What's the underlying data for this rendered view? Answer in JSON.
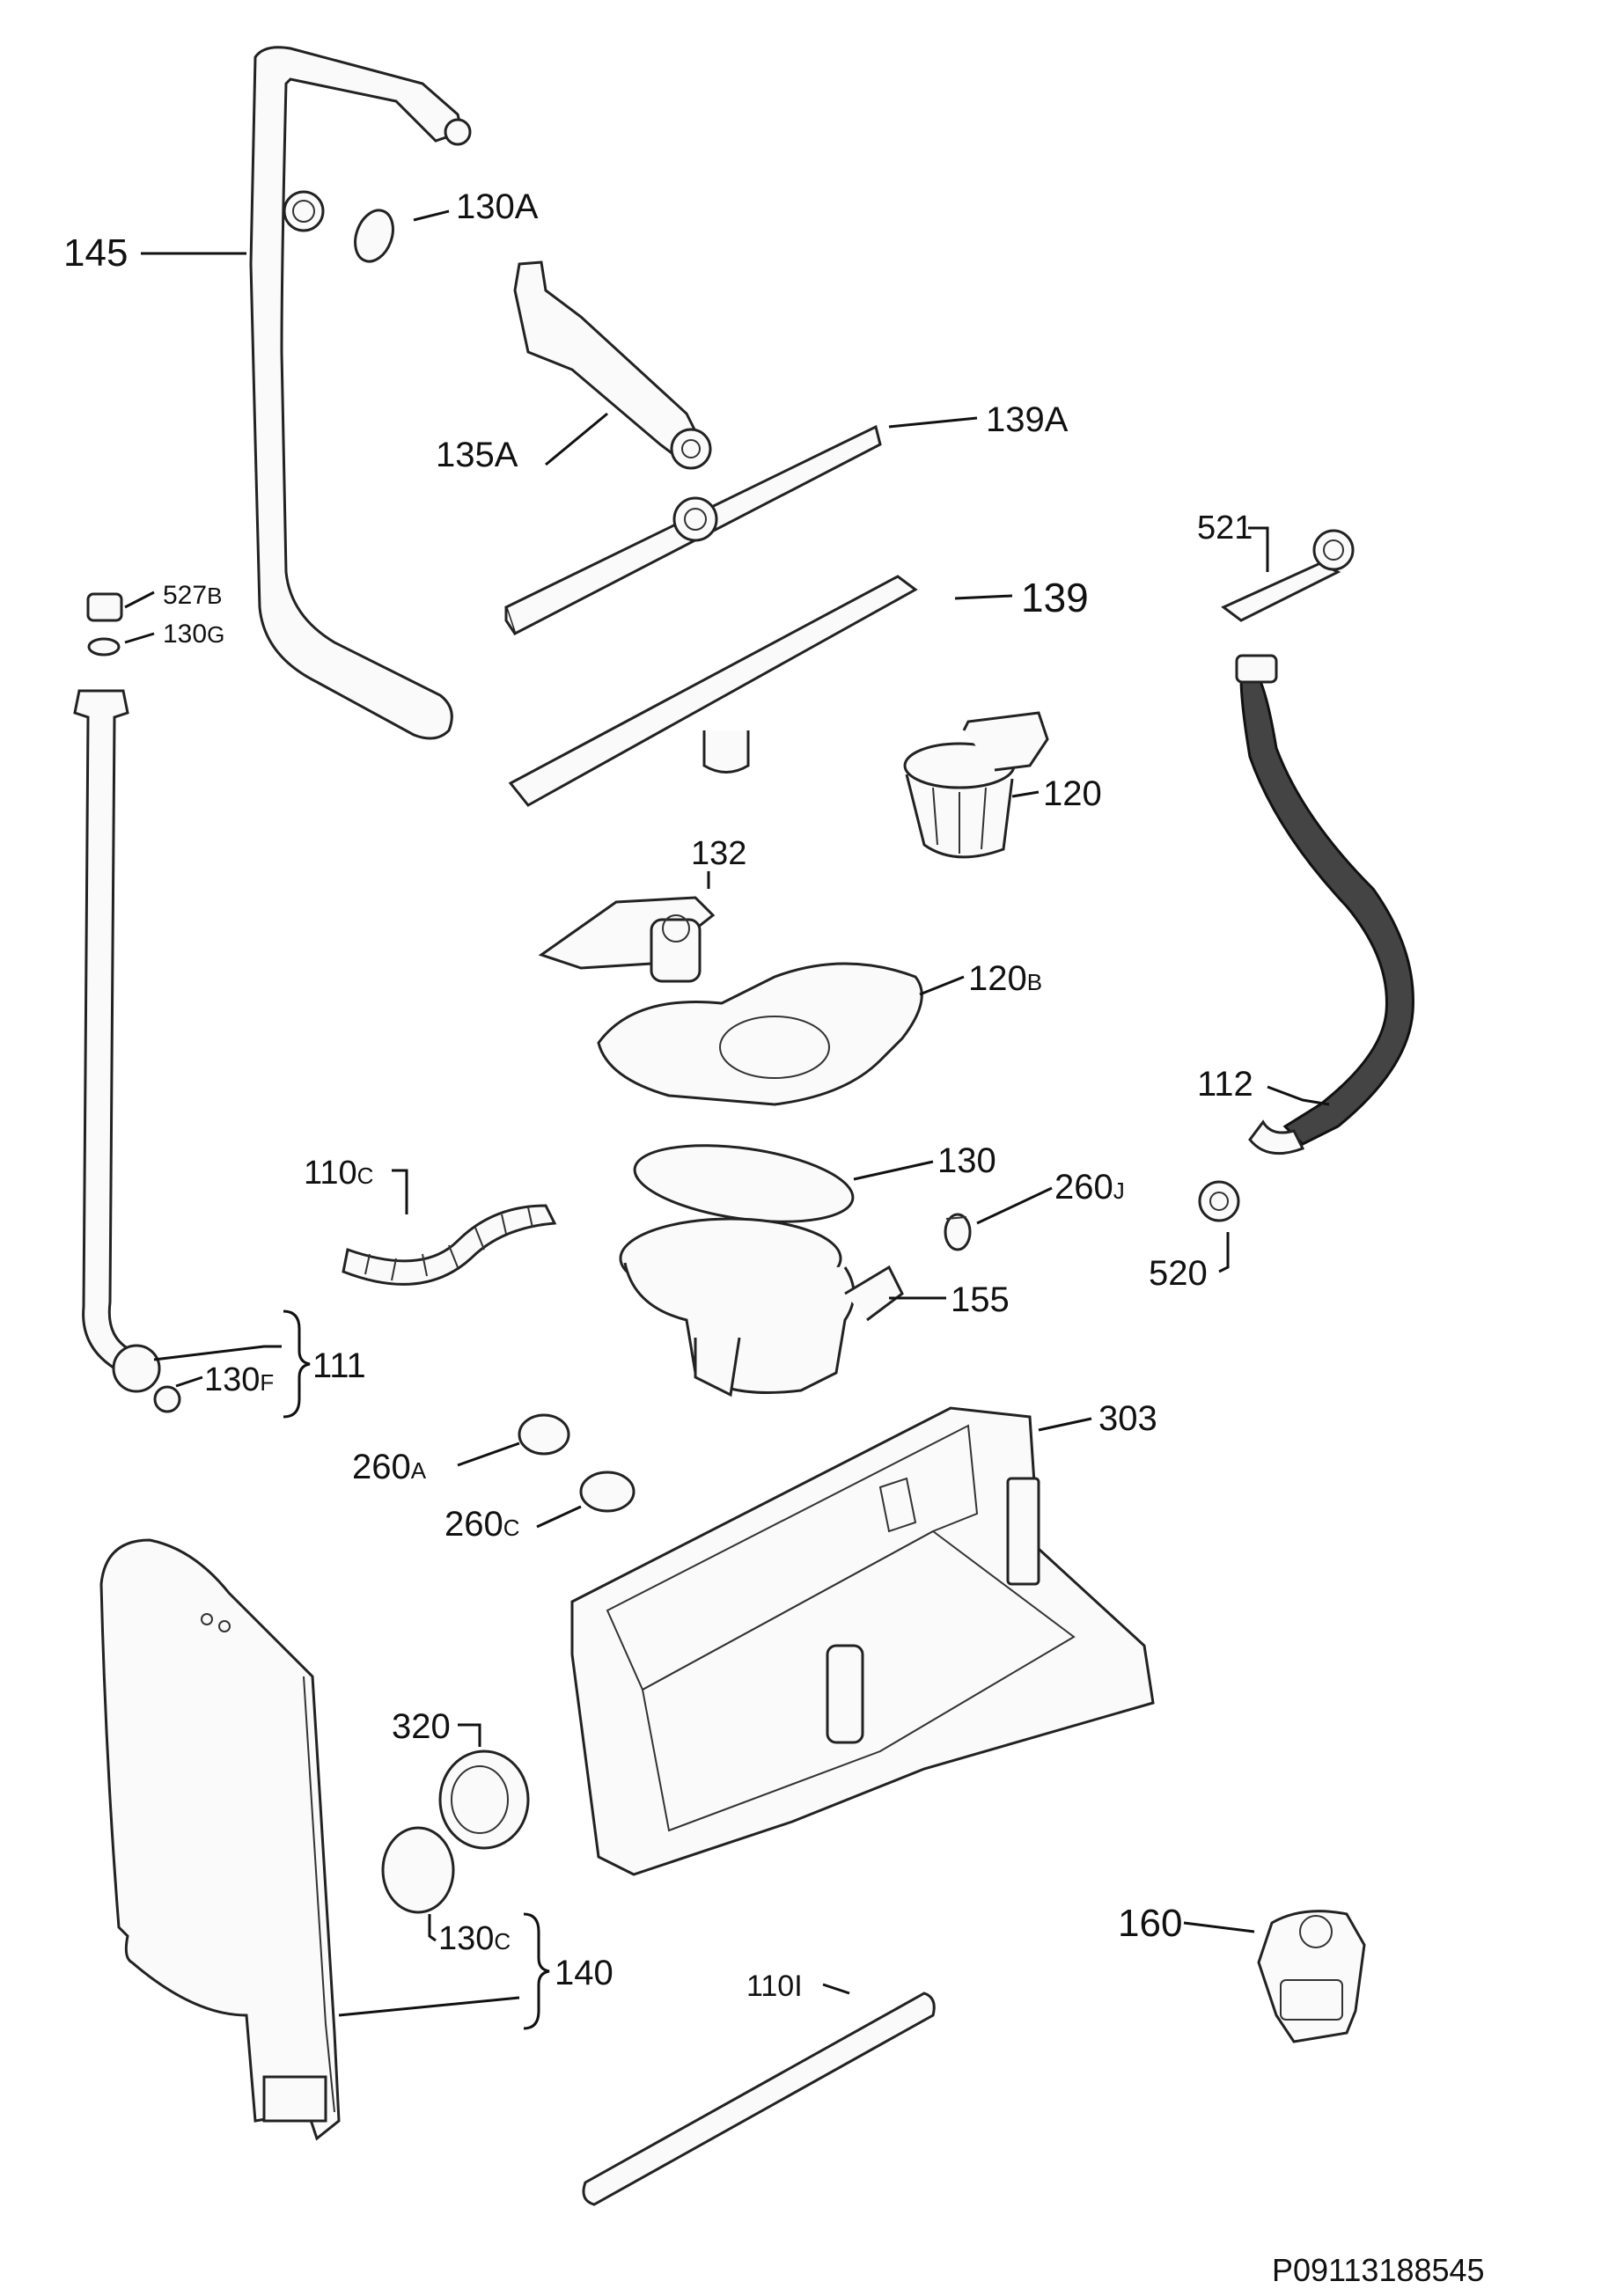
{
  "diagram": {
    "reference": "P09113188545",
    "labels": {
      "l145": {
        "main": "145"
      },
      "l130A": {
        "main": "130A"
      },
      "l135A": {
        "main": "135A"
      },
      "l139A": {
        "main": "139A"
      },
      "l139": {
        "main": "139"
      },
      "l521": {
        "main": "521"
      },
      "l527B": {
        "main": "527",
        "sub": "B"
      },
      "l130G": {
        "main": "130",
        "sub": "G"
      },
      "l120": {
        "main": "120"
      },
      "l132": {
        "main": "132"
      },
      "l120B": {
        "main": "120",
        "sub": "B"
      },
      "l112": {
        "main": "112"
      },
      "l110C": {
        "main": "110",
        "sub": "C"
      },
      "l130": {
        "main": "130"
      },
      "l260J": {
        "main": "260",
        "sub": "J"
      },
      "l520": {
        "main": "520"
      },
      "l155": {
        "main": "155"
      },
      "l111": {
        "main": "111"
      },
      "l130F": {
        "main": "130",
        "sub": "F"
      },
      "l303": {
        "main": "303"
      },
      "l260A": {
        "main": "260",
        "sub": "A"
      },
      "l260C": {
        "main": "260",
        "sub": "C"
      },
      "l320": {
        "main": "320"
      },
      "l130C": {
        "main": "130",
        "sub": "C"
      },
      "l140": {
        "main": "140"
      },
      "l110I": {
        "main": "110I"
      },
      "l160": {
        "main": "160"
      }
    }
  }
}
